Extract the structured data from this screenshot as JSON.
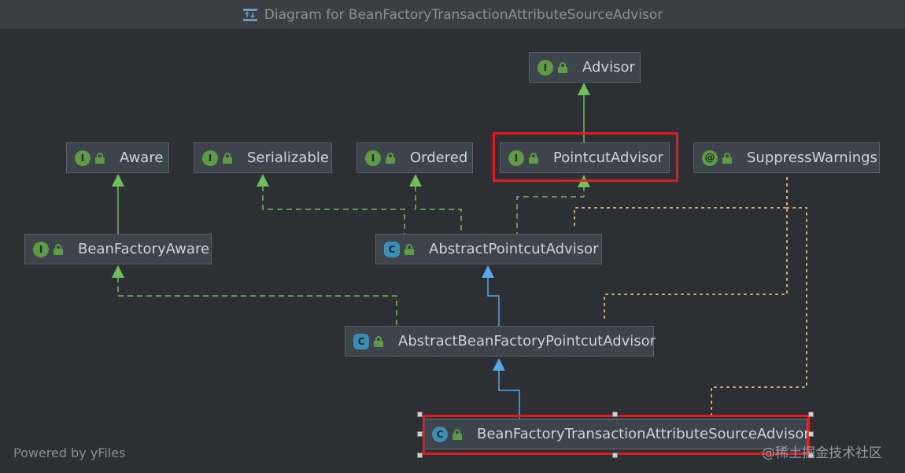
{
  "window": {
    "title": "Diagram for BeanFactoryTransactionAttributeSourceAdvisor"
  },
  "nodes": {
    "advisor": {
      "label": "Advisor",
      "kind": "interface"
    },
    "aware": {
      "label": "Aware",
      "kind": "interface"
    },
    "serializable": {
      "label": "Serializable",
      "kind": "interface"
    },
    "ordered": {
      "label": "Ordered",
      "kind": "interface"
    },
    "pointcut_advisor": {
      "label": "PointcutAdvisor",
      "kind": "interface"
    },
    "suppress_warnings": {
      "label": "SuppressWarnings",
      "kind": "annotation"
    },
    "bean_factory_aware": {
      "label": "BeanFactoryAware",
      "kind": "interface"
    },
    "abstract_pointcut_advisor": {
      "label": "AbstractPointcutAdvisor",
      "kind": "abstract-class"
    },
    "abstract_bean_factory_pointcut_advisor": {
      "label": "AbstractBeanFactoryPointcutAdvisor",
      "kind": "abstract-class"
    },
    "bean_factory_transaction_attribute_source_advisor": {
      "label": "BeanFactoryTransactionAttributeSourceAdvisor",
      "kind": "class"
    }
  },
  "badges": {
    "interface": "I",
    "class": "C",
    "annotation": "@"
  },
  "footer": {
    "powered_by": "Powered by yFiles",
    "watermark": "@稀土掘金技术社区"
  },
  "colors": {
    "implements_edge": "#6fbf5b",
    "extends_edge": "#5aa7e6",
    "annotation_edge": "#d9b37a",
    "highlight": "#e21b23"
  }
}
